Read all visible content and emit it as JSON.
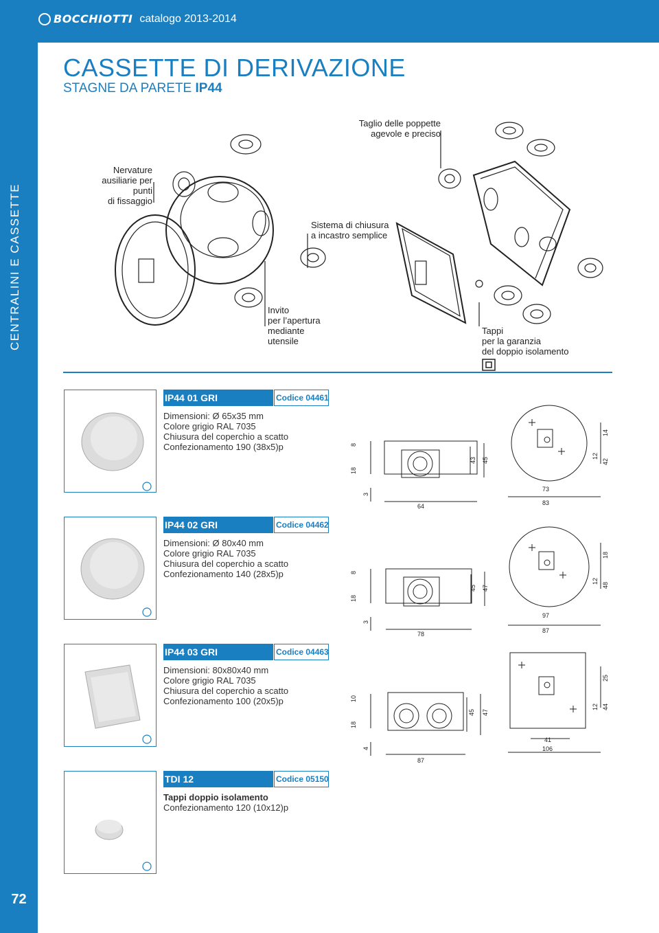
{
  "header": {
    "brand": "BOCCHIOTTI",
    "catalog": "catalogo 2013-2014"
  },
  "sidebar": {
    "section_label": "CENTRALINI E CASSETTE",
    "page_number": "72"
  },
  "page": {
    "title": "CASSETTE DI DERIVAZIONE",
    "subtitle_prefix": "STAGNE DA PARETE ",
    "subtitle_bold": "IP44"
  },
  "callouts": {
    "nervature": [
      "Nervature",
      "ausiliarie per punti",
      "di fissaggio"
    ],
    "invito": [
      "Invito",
      "per l’apertura",
      "mediante",
      "utensile"
    ],
    "sistema": [
      "Sistema di chiusura",
      "a incastro semplice"
    ],
    "taglio": [
      "Taglio delle poppette",
      "agevole e preciso"
    ],
    "tappi": [
      "Tappi",
      "per la garanzia",
      "del doppio isolamento"
    ]
  },
  "products": [
    {
      "name": "IP44 01 GRI",
      "code": "Codice 04461",
      "specs": [
        "Dimensioni: Ø 65x35 mm",
        "Colore grigio RAL 7035",
        "Chiusura del coperchio a scatto",
        "Confezionamento 190 (38x5)p"
      ],
      "side_dims": [
        "8",
        "18",
        "43",
        "45",
        "3",
        "64"
      ],
      "top_dims": [
        "14",
        "12",
        "42",
        "73",
        "83"
      ]
    },
    {
      "name": "IP44 02 GRI",
      "code": "Codice 04462",
      "specs": [
        "Dimensioni: Ø 80x40 mm",
        "Colore grigio RAL 7035",
        "Chiusura del coperchio a scatto",
        "Confezionamento 140 (28x5)p"
      ],
      "side_dims": [
        "8",
        "18",
        "45",
        "47",
        "3",
        "78"
      ],
      "top_dims": [
        "18",
        "12",
        "48",
        "97",
        "87"
      ]
    },
    {
      "name": "IP44 03 GRI",
      "code": "Codice 04463",
      "specs": [
        "Dimensioni: 80x80x40 mm",
        "Colore grigio RAL 7035",
        "Chiusura del coperchio a scatto",
        "Confezionamento 100 (20x5)p"
      ],
      "side_dims": [
        "10",
        "18",
        "45",
        "47",
        "4",
        "87"
      ],
      "top_dims": [
        "25",
        "12",
        "44",
        "41",
        "106"
      ]
    },
    {
      "name": "TDI 12",
      "code": "Codice 05150",
      "specs_bold": "Tappi doppio isolamento",
      "specs": [
        "Confezionamento 120 (10x12)p"
      ]
    }
  ]
}
